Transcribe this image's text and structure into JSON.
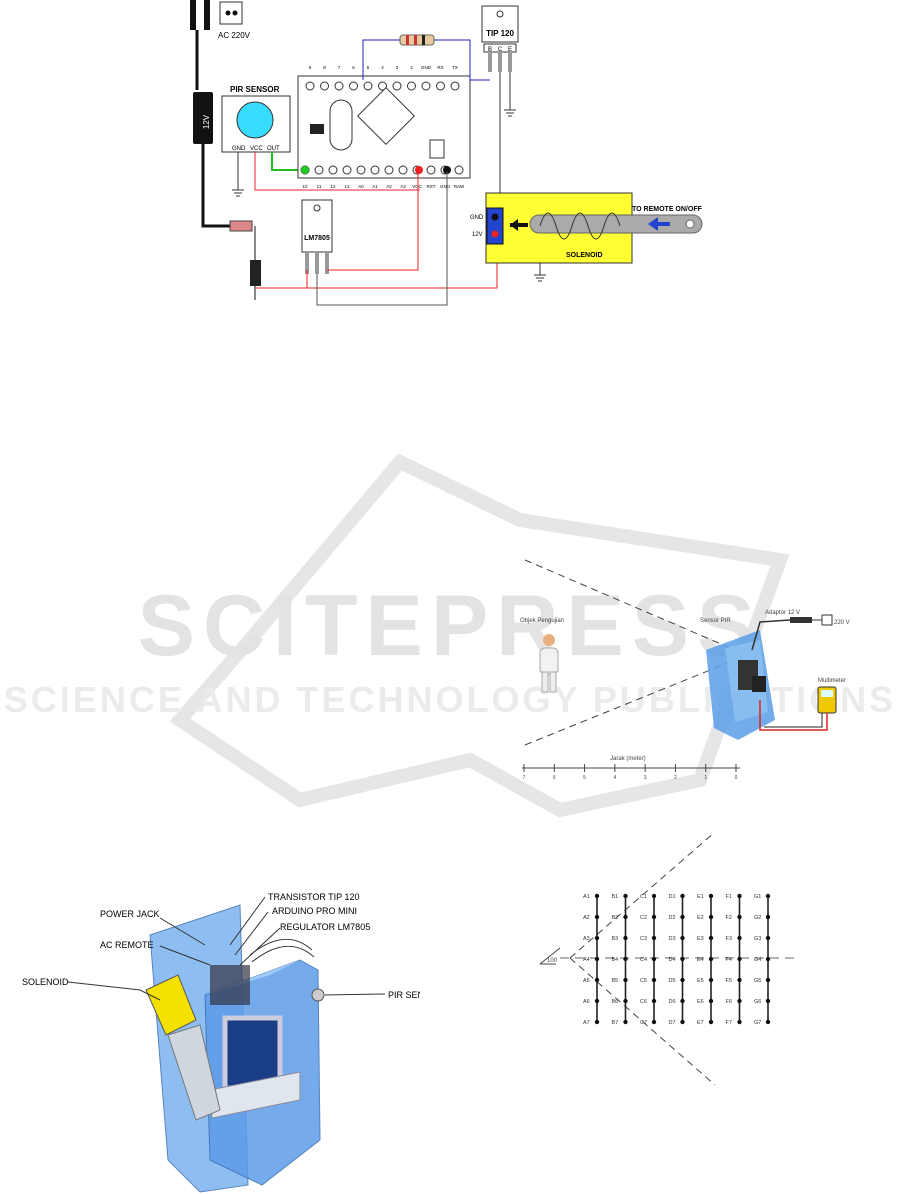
{
  "schematic": {
    "ac_label": "AC 220V",
    "adapter_label": "12V",
    "pir_title": "PIR SENSOR",
    "pir_pins": [
      "GND",
      "VCC",
      "OUT"
    ],
    "tip_label": "TIP 120",
    "tip_pins": [
      "B",
      "C",
      "E"
    ],
    "regulator_label": "LM7805",
    "solenoid_label": "SOLENOID",
    "solenoid_pins": [
      "GND",
      "12V"
    ],
    "remote_label": "TO REMOTE ON/OFF",
    "arduino_top_pins": [
      "9",
      "8",
      "7",
      "6",
      "5",
      "4",
      "3",
      "2",
      "GND",
      "RX",
      "TX"
    ],
    "arduino_bottom_pins": [
      "10",
      "11",
      "12",
      "13",
      "A0",
      "A1",
      "A2",
      "A3",
      "VCC",
      "RST",
      "GND",
      "RAW"
    ]
  },
  "watermark": {
    "brand": "SCITEPRESS",
    "tagline": "SCIENCE AND TECHNOLOGY PUBLICATIONS"
  },
  "test_setup": {
    "object_label": "Objek Pengujian",
    "sensor_label": "Sensor PIR",
    "adapter_label": "Adaptor 12 V",
    "power_label": "220 V",
    "meter_label": "Multimeter",
    "distance_label": "Jarak (meter)",
    "scale_ticks": [
      "7",
      "6",
      "5",
      "4",
      "3",
      "2",
      "1",
      "0"
    ]
  },
  "assembly": {
    "callouts": [
      "POWER JACK",
      "TRANSISTOR TIP 120",
      "ARDUINO PRO MINI",
      "REGULATOR LM7805",
      "AC REMOTE",
      "SOLENOID",
      "PIR SENSOR"
    ]
  },
  "grid": {
    "angle_label": "100",
    "columns": [
      "A",
      "B",
      "C",
      "D",
      "E",
      "F",
      "G"
    ],
    "rows": [
      "1",
      "2",
      "3",
      "4",
      "5",
      "6",
      "7"
    ]
  }
}
